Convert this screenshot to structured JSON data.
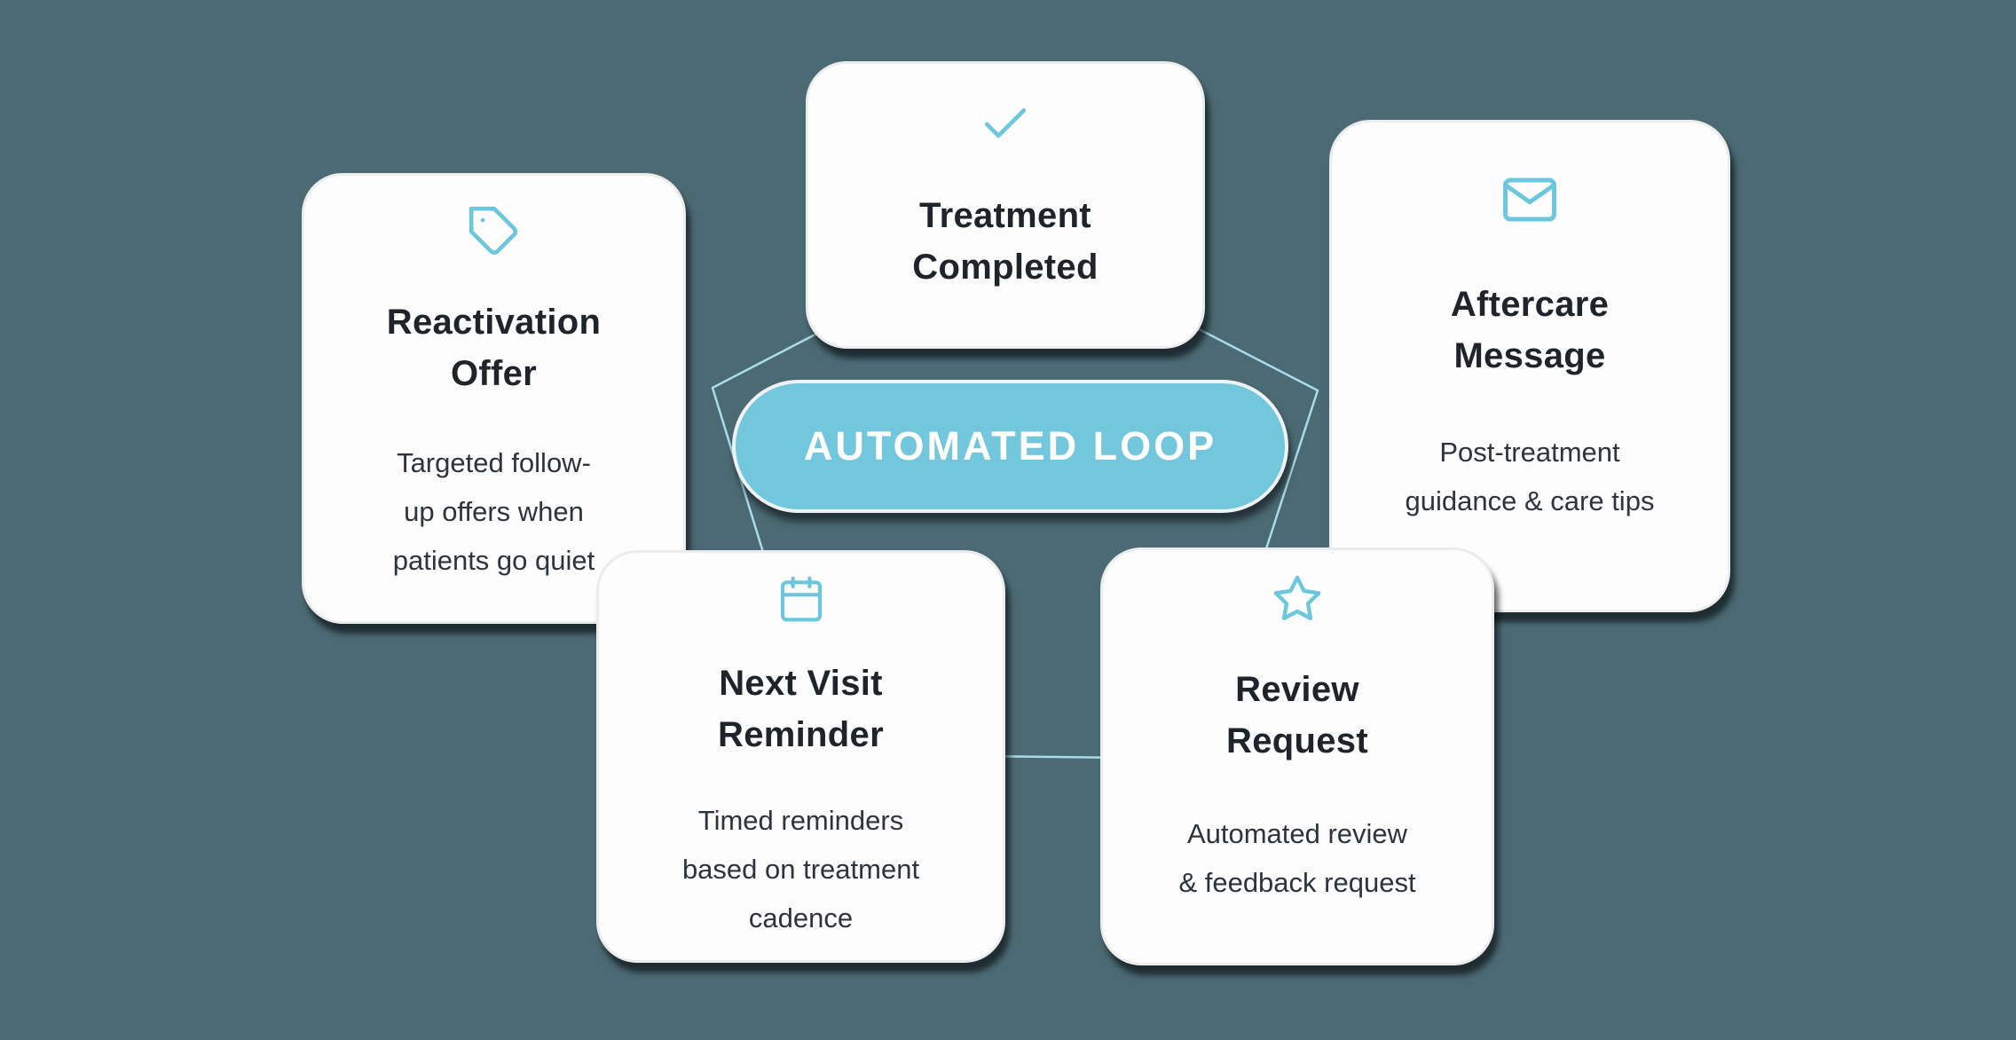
{
  "canvas": {
    "background_color": "#4c6a74"
  },
  "center_badge": {
    "label": "AUTOMATED LOOP",
    "fill_color": "#73c7dc",
    "text_color": "#ffffff"
  },
  "connector": {
    "shape": "pentagon-loop",
    "line_color": "#a9dbe9"
  },
  "colors": {
    "card_background": "#fdfdfd",
    "icon_accent": "#6cc7de",
    "title_text": "#1f242a",
    "body_text": "#2e343b"
  },
  "cards": [
    {
      "id": "treatment-completed",
      "icon": "check-icon",
      "title": "Treatment\nCompleted",
      "description": ""
    },
    {
      "id": "reactivation-offer",
      "icon": "tag-icon",
      "title": "Reactivation\nOffer",
      "description": "Targeted follow-\nup offers when\npatients go quiet"
    },
    {
      "id": "aftercare-message",
      "icon": "mail-icon",
      "title": "Aftercare\nMessage",
      "description": "Post-treatment\nguidance & care tips"
    },
    {
      "id": "next-visit-reminder",
      "icon": "calendar-icon",
      "title": "Next Visit\nReminder",
      "description": "Timed reminders\nbased on treatment\ncadence"
    },
    {
      "id": "review-request",
      "icon": "star-icon",
      "title": "Review\nRequest",
      "description": "Automated review\n& feedback request"
    }
  ]
}
